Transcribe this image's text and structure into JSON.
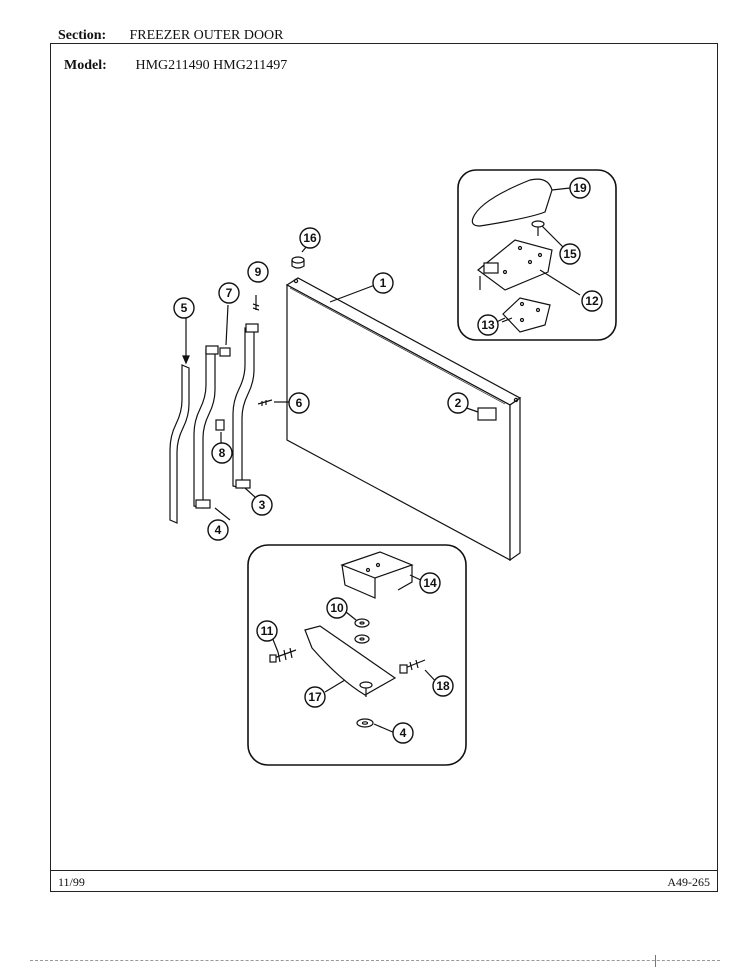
{
  "header": {
    "section_label": "Section:",
    "section_value": "FREEZER OUTER DOOR",
    "model_label": "Model:",
    "model_value": "HMG211490 HMG211497"
  },
  "footer": {
    "date": "11/99",
    "page_code": "A49-265"
  },
  "callouts": [
    "1",
    "2",
    "3",
    "4",
    "5",
    "6",
    "7",
    "8",
    "9",
    "10",
    "11",
    "12",
    "13",
    "14",
    "15",
    "16",
    "17",
    "18",
    "19",
    "4"
  ]
}
